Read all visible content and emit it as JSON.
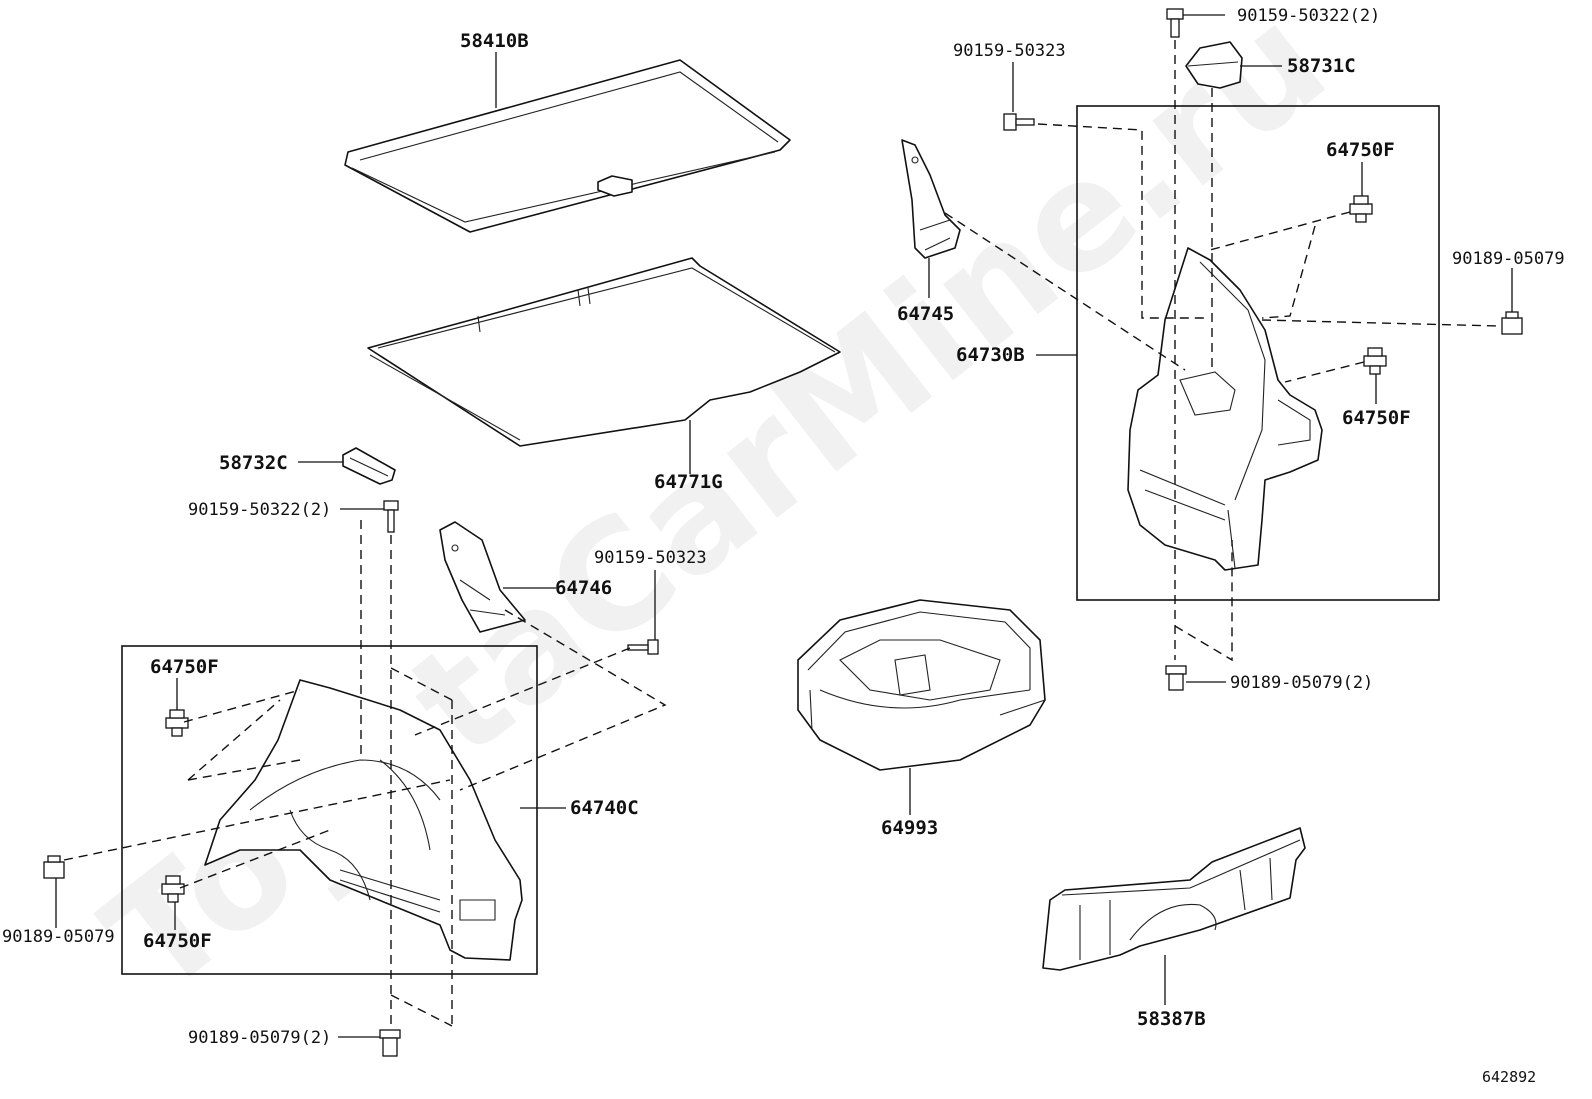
{
  "watermark": "ToyotaCarMine.ru",
  "diagram_id": "642892",
  "labels": {
    "p58410B": "58410B",
    "p64771G": "64771G",
    "p58732C": "58732C",
    "p90159_50322_2_left": "90159-50322(2)",
    "p64746": "64746",
    "p90159_50323_mid": "90159-50323",
    "p64750F_left_top": "64750F",
    "p64740C": "64740C",
    "p90189_05079_left": "90189-05079",
    "p64750F_left_bottom": "64750F",
    "p90189_05079_2_left": "90189-05079(2)",
    "p64993": "64993",
    "p58387B": "58387B",
    "p90159_50322_2_right": "90159-50322(2)",
    "p90159_50323_right": "90159-50323",
    "p58731C": "58731C",
    "p64745": "64745",
    "p64730B": "64730B",
    "p64750F_right_top": "64750F",
    "p90189_05079_right": "90189-05079",
    "p64750F_right_bottom": "64750F",
    "p90189_05079_2_right": "90189-05079(2)"
  }
}
